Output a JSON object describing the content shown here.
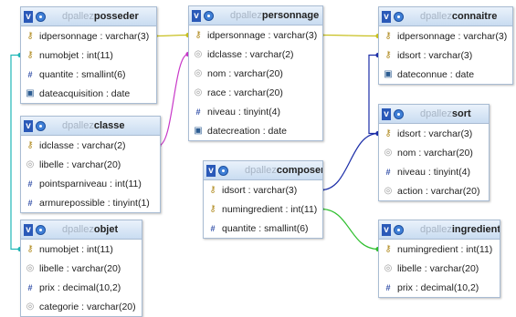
{
  "tables": [
    {
      "db": "dpallez",
      "name": "posseder",
      "columns": [
        {
          "icon": "key",
          "label": "idpersonnage : varchar(3)"
        },
        {
          "icon": "key",
          "label": "numobjet : int(11)"
        },
        {
          "icon": "numeric",
          "label": "quantite : smallint(6)"
        },
        {
          "icon": "date",
          "label": "dateacquisition : date"
        }
      ]
    },
    {
      "db": "dpallez",
      "name": "personnage",
      "columns": [
        {
          "icon": "key",
          "label": "idpersonnage : varchar(3)"
        },
        {
          "icon": "index",
          "label": "idclasse : varchar(2)"
        },
        {
          "icon": "index",
          "label": "nom : varchar(20)"
        },
        {
          "icon": "index",
          "label": "race : varchar(20)"
        },
        {
          "icon": "numeric",
          "label": "niveau : tinyint(4)"
        },
        {
          "icon": "date",
          "label": "datecreation : date"
        }
      ]
    },
    {
      "db": "dpallez",
      "name": "connaitre",
      "columns": [
        {
          "icon": "key",
          "label": "idpersonnage : varchar(3)"
        },
        {
          "icon": "key",
          "label": "idsort : varchar(3)"
        },
        {
          "icon": "date",
          "label": "dateconnue : date"
        }
      ]
    },
    {
      "db": "dpallez",
      "name": "classe",
      "columns": [
        {
          "icon": "key",
          "label": "idclasse : varchar(2)"
        },
        {
          "icon": "index",
          "label": "libelle : varchar(20)"
        },
        {
          "icon": "numeric",
          "label": "pointsparniveau : int(11)"
        },
        {
          "icon": "numeric",
          "label": "armurepossible : tinyint(1)"
        }
      ]
    },
    {
      "db": "dpallez",
      "name": "sort",
      "columns": [
        {
          "icon": "key",
          "label": "idsort : varchar(3)"
        },
        {
          "icon": "index",
          "label": "nom : varchar(20)"
        },
        {
          "icon": "numeric",
          "label": "niveau : tinyint(4)"
        },
        {
          "icon": "index",
          "label": "action : varchar(20)"
        }
      ]
    },
    {
      "db": "dpallez",
      "name": "composer",
      "columns": [
        {
          "icon": "key",
          "label": "idsort : varchar(3)"
        },
        {
          "icon": "key",
          "label": "numingredient : int(11)"
        },
        {
          "icon": "numeric",
          "label": "quantite : smallint(6)"
        }
      ]
    },
    {
      "db": "dpallez",
      "name": "objet",
      "columns": [
        {
          "icon": "key",
          "label": "numobjet : int(11)"
        },
        {
          "icon": "index",
          "label": "libelle : varchar(20)"
        },
        {
          "icon": "numeric",
          "label": "prix : decimal(10,2)"
        },
        {
          "icon": "index",
          "label": "categorie : varchar(20)"
        }
      ]
    },
    {
      "db": "dpallez",
      "name": "ingredient",
      "columns": [
        {
          "icon": "key",
          "label": "numingredient : int(11)"
        },
        {
          "icon": "index",
          "label": "libelle : varchar(20)"
        },
        {
          "icon": "numeric",
          "label": "prix : decimal(10,2)"
        }
      ]
    }
  ],
  "relations": [
    {
      "from": "posseder.idpersonnage",
      "to": "personnage.idpersonnage",
      "color": "#c8c020"
    },
    {
      "from": "posseder.numobjet",
      "to": "objet.numobjet",
      "color": "#20b7b7"
    },
    {
      "from": "personnage.idclasse",
      "to": "classe.idclasse",
      "color": "#c838c8"
    },
    {
      "from": "connaitre.idpersonnage",
      "to": "personnage.idpersonnage",
      "color": "#c8c020"
    },
    {
      "from": "connaitre.idsort",
      "to": "sort.idsort",
      "color": "#1c2ea8"
    },
    {
      "from": "composer.idsort",
      "to": "sort.idsort",
      "color": "#1c2ea8"
    },
    {
      "from": "composer.numingredient",
      "to": "ingredient.numingredient",
      "color": "#2fbf2f"
    }
  ]
}
